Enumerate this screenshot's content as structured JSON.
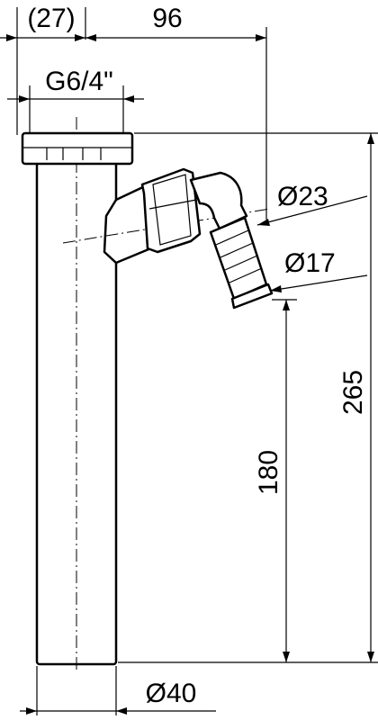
{
  "dimensions": {
    "offset_width": "(27)",
    "outlet_offset": "96",
    "thread": "G6/4\"",
    "outlet_diameter_outer": "Ø23",
    "outlet_diameter_inner": "Ø17",
    "total_height": "265",
    "outlet_height": "180",
    "pipe_diameter": "Ø40"
  }
}
